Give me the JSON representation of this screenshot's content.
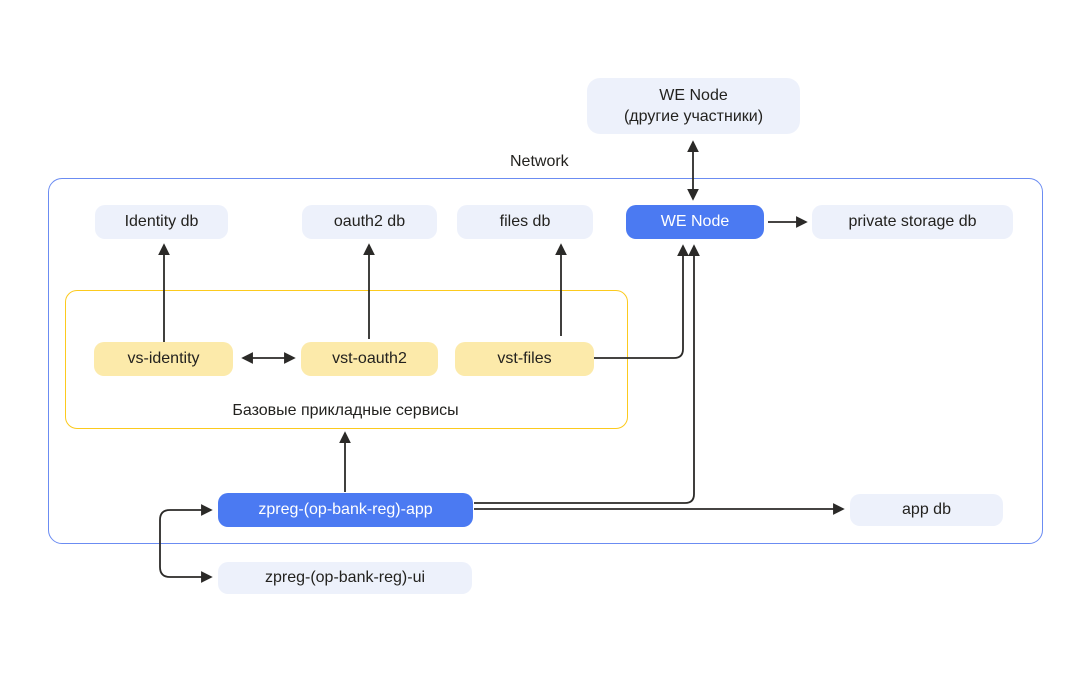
{
  "diagram": {
    "network_label": "Network",
    "services_group_label": "Базовые прикладные сервисы",
    "nodes": {
      "we_node_external": {
        "label_line1": "WE Node",
        "label_line2": "(другие участники)"
      },
      "identity_db": {
        "label": "Identity db"
      },
      "oauth2_db": {
        "label": "oauth2 db"
      },
      "files_db": {
        "label": "files db"
      },
      "we_node": {
        "label": "WE Node"
      },
      "private_storage_db": {
        "label": "private storage db"
      },
      "vs_identity": {
        "label": "vs-identity"
      },
      "vst_oauth2": {
        "label": "vst-oauth2"
      },
      "vst_files": {
        "label": "vst-files"
      },
      "app": {
        "label": "zpreg-(op-bank-reg)-app"
      },
      "app_db": {
        "label": "app db"
      },
      "ui": {
        "label": "zpreg-(op-bank-reg)-ui"
      }
    },
    "edges": [
      {
        "from": "we_node",
        "to": "we_node_external",
        "type": "bidirectional"
      },
      {
        "from": "vs_identity",
        "to": "identity_db",
        "type": "arrow"
      },
      {
        "from": "vst_oauth2",
        "to": "oauth2_db",
        "type": "arrow"
      },
      {
        "from": "vst_files",
        "to": "files_db",
        "type": "arrow"
      },
      {
        "from": "vs_identity",
        "to": "vst_oauth2",
        "type": "bidirectional"
      },
      {
        "from": "vst_files",
        "to": "we_node",
        "type": "arrow"
      },
      {
        "from": "we_node",
        "to": "private_storage_db",
        "type": "arrow"
      },
      {
        "from": "app",
        "to": "we_node",
        "type": "arrow"
      },
      {
        "from": "app",
        "to": "app_db",
        "type": "arrow"
      },
      {
        "from": "app",
        "to": "services_group",
        "type": "arrow"
      },
      {
        "from": "bracket",
        "to": "app",
        "type": "arrow"
      },
      {
        "from": "bracket",
        "to": "ui",
        "type": "arrow"
      }
    ],
    "colors": {
      "primary_blue": "#4b7af2",
      "network_border": "#6b8cf2",
      "light_node_fill": "#edf1fb",
      "yellow_node_fill": "#fceaaa",
      "yellow_border": "#fcca1e",
      "arrow": "#2b2a28",
      "text_dark": "#23221f",
      "text_light": "#ffffff"
    }
  }
}
